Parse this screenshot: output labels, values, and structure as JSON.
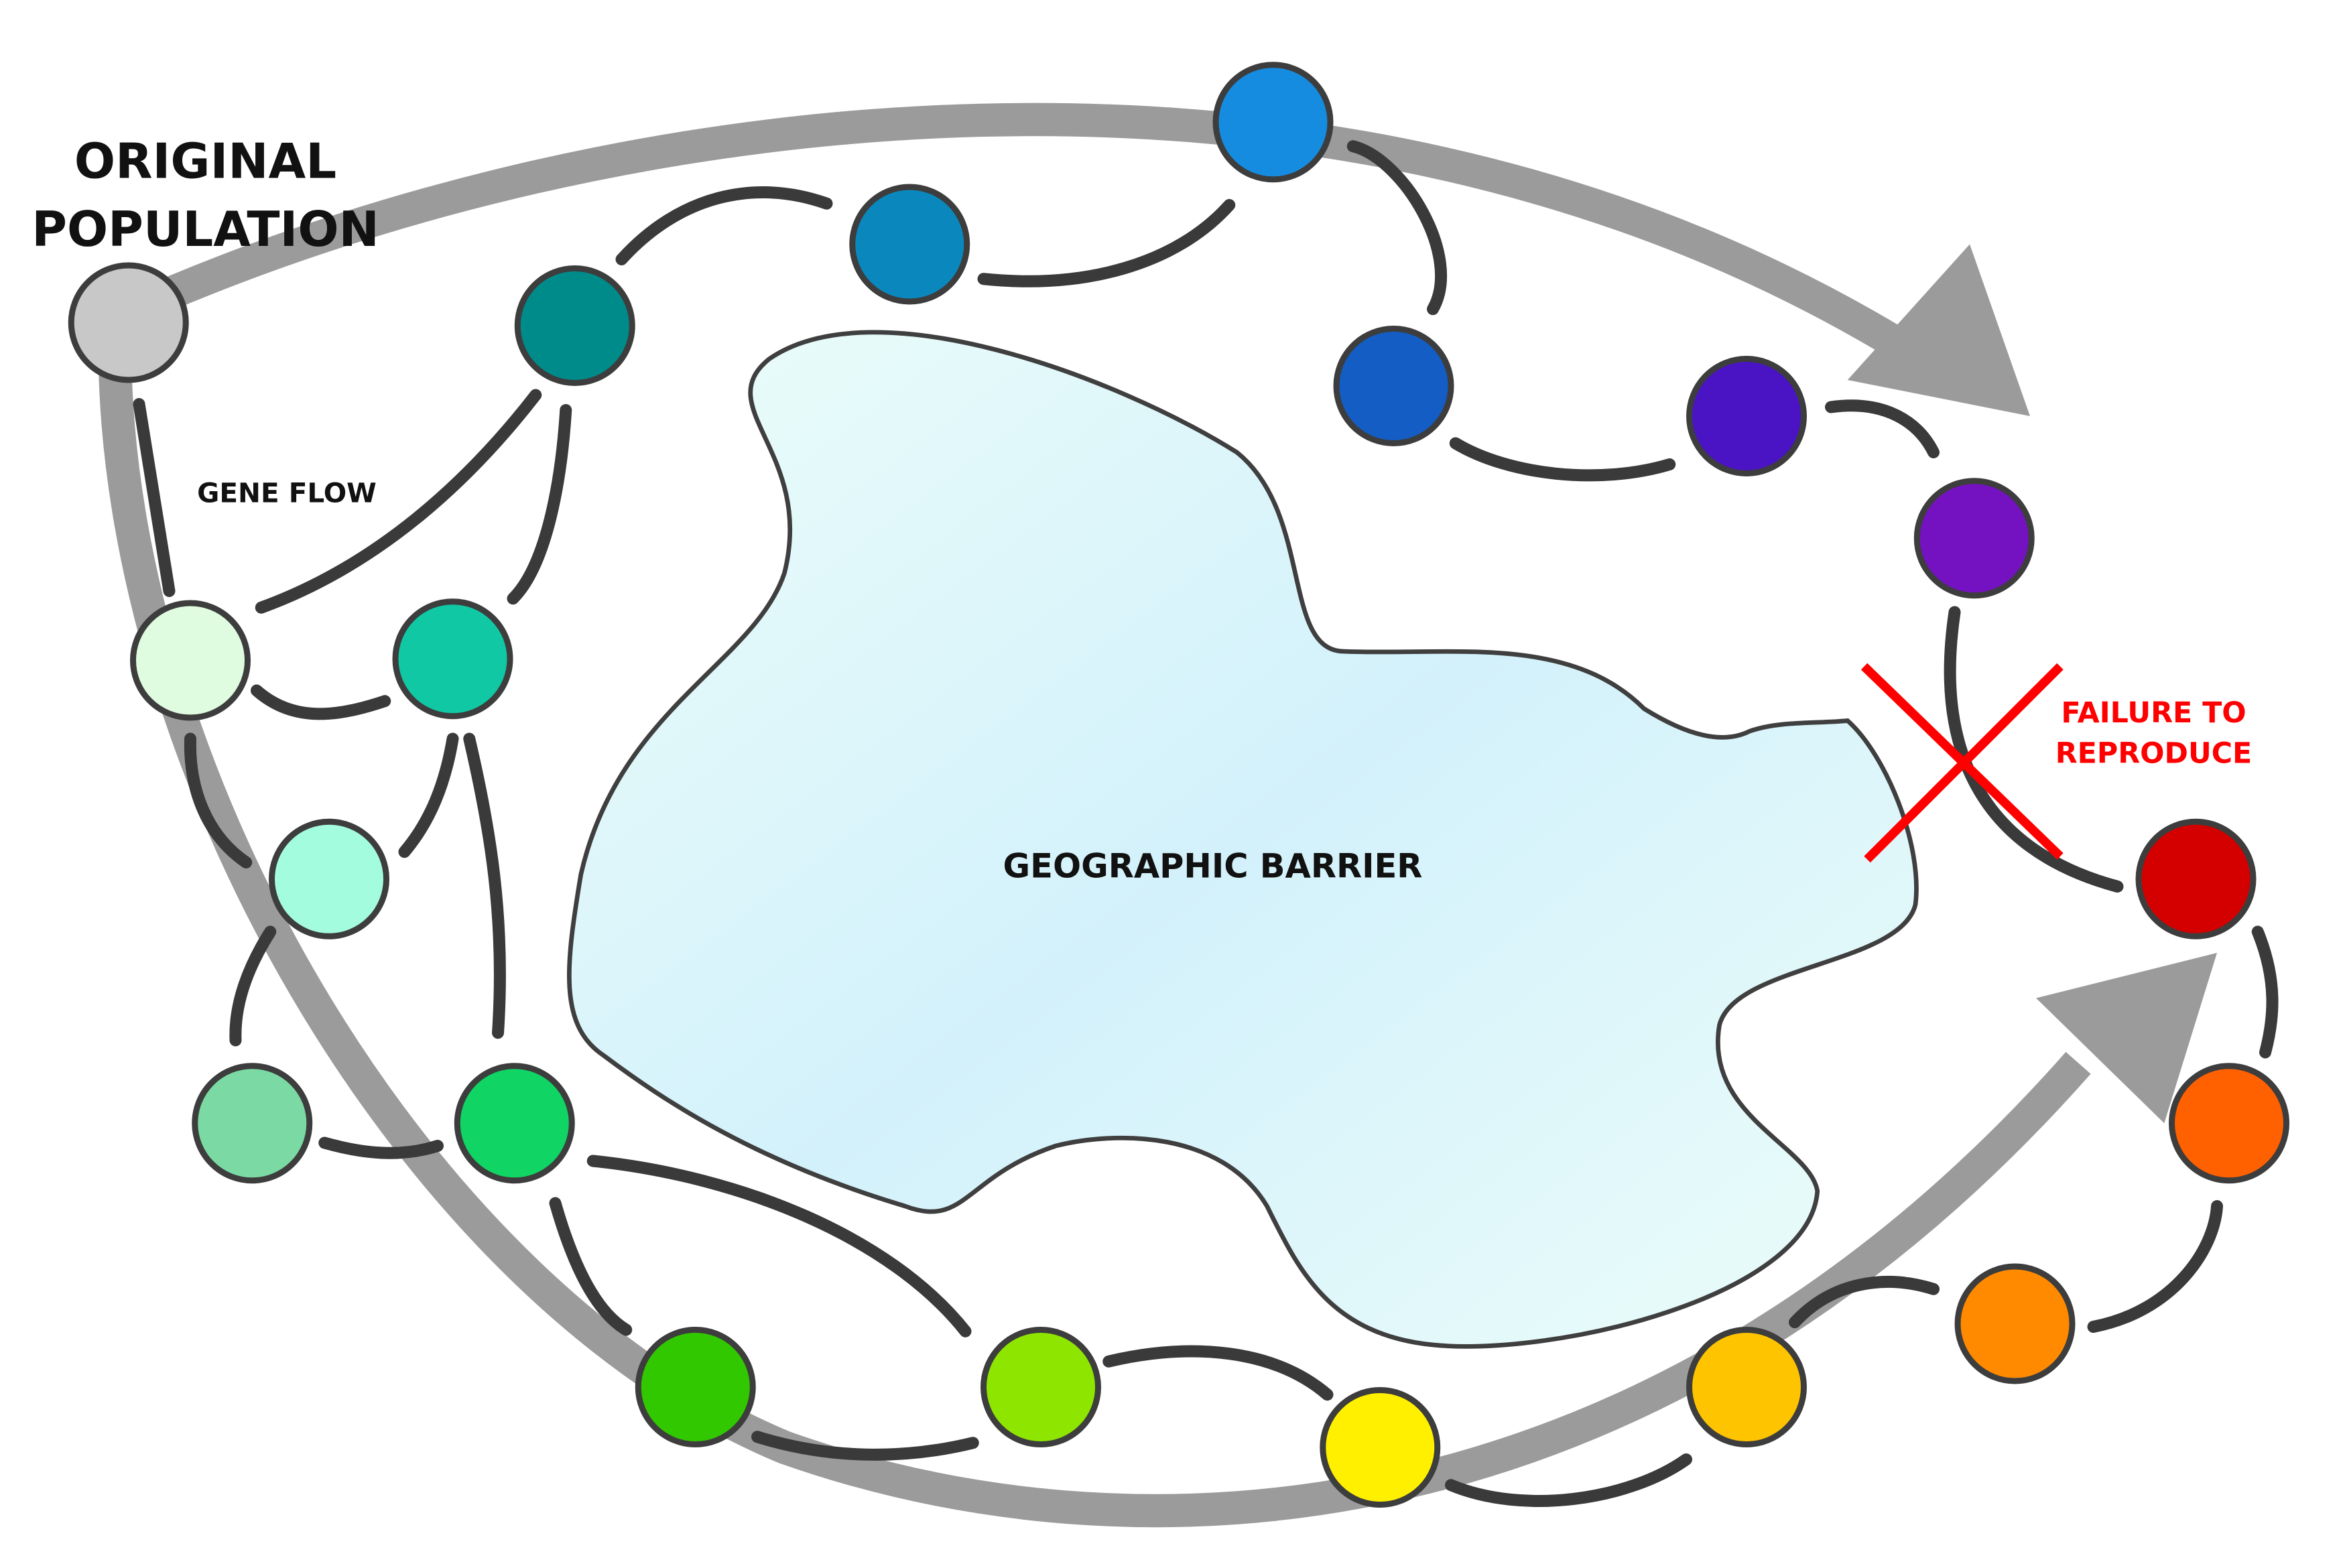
{
  "labels": {
    "original_line1": "ORIGINAL",
    "original_line2": "POPULATION",
    "gene_flow": "GENE FLOW",
    "barrier": "GEOGRAPHIC BARRIER",
    "failure_line1": "FAILURE TO",
    "failure_line2": "REPRODUCE"
  },
  "colors": {
    "arrow": "#9b9b9b",
    "link": "#3a3a3a",
    "node_stroke": "#3d3d3d",
    "barrier_fill_light": "#ecfdfa",
    "barrier_fill_dark": "#d3f1fb",
    "barrier_stroke": "#3f3f3f",
    "failure": "#ff0000",
    "text": "#111111"
  },
  "populations": [
    {
      "id": "original",
      "color": "#c8c8c8"
    },
    {
      "id": "teal-dark",
      "color": "#008b8b"
    },
    {
      "id": "cerulean",
      "color": "#0a88bd"
    },
    {
      "id": "azure",
      "color": "#168ce0"
    },
    {
      "id": "blue",
      "color": "#145dc4"
    },
    {
      "id": "indigo",
      "color": "#4a14c4"
    },
    {
      "id": "violet",
      "color": "#7412c1"
    },
    {
      "id": "honeydew",
      "color": "#e0fce0"
    },
    {
      "id": "teal",
      "color": "#10c8a3"
    },
    {
      "id": "aquamarine",
      "color": "#a3fcdd"
    },
    {
      "id": "sea-green",
      "color": "#7bd9a3"
    },
    {
      "id": "green",
      "color": "#10d464"
    },
    {
      "id": "dark-green",
      "color": "#32c800"
    },
    {
      "id": "lime",
      "color": "#8ee600"
    },
    {
      "id": "yellow",
      "color": "#fff000"
    },
    {
      "id": "amber",
      "color": "#ffc400"
    },
    {
      "id": "orange",
      "color": "#ff8a00"
    },
    {
      "id": "orange-red",
      "color": "#ff6000"
    },
    {
      "id": "red",
      "color": "#d40000"
    }
  ]
}
